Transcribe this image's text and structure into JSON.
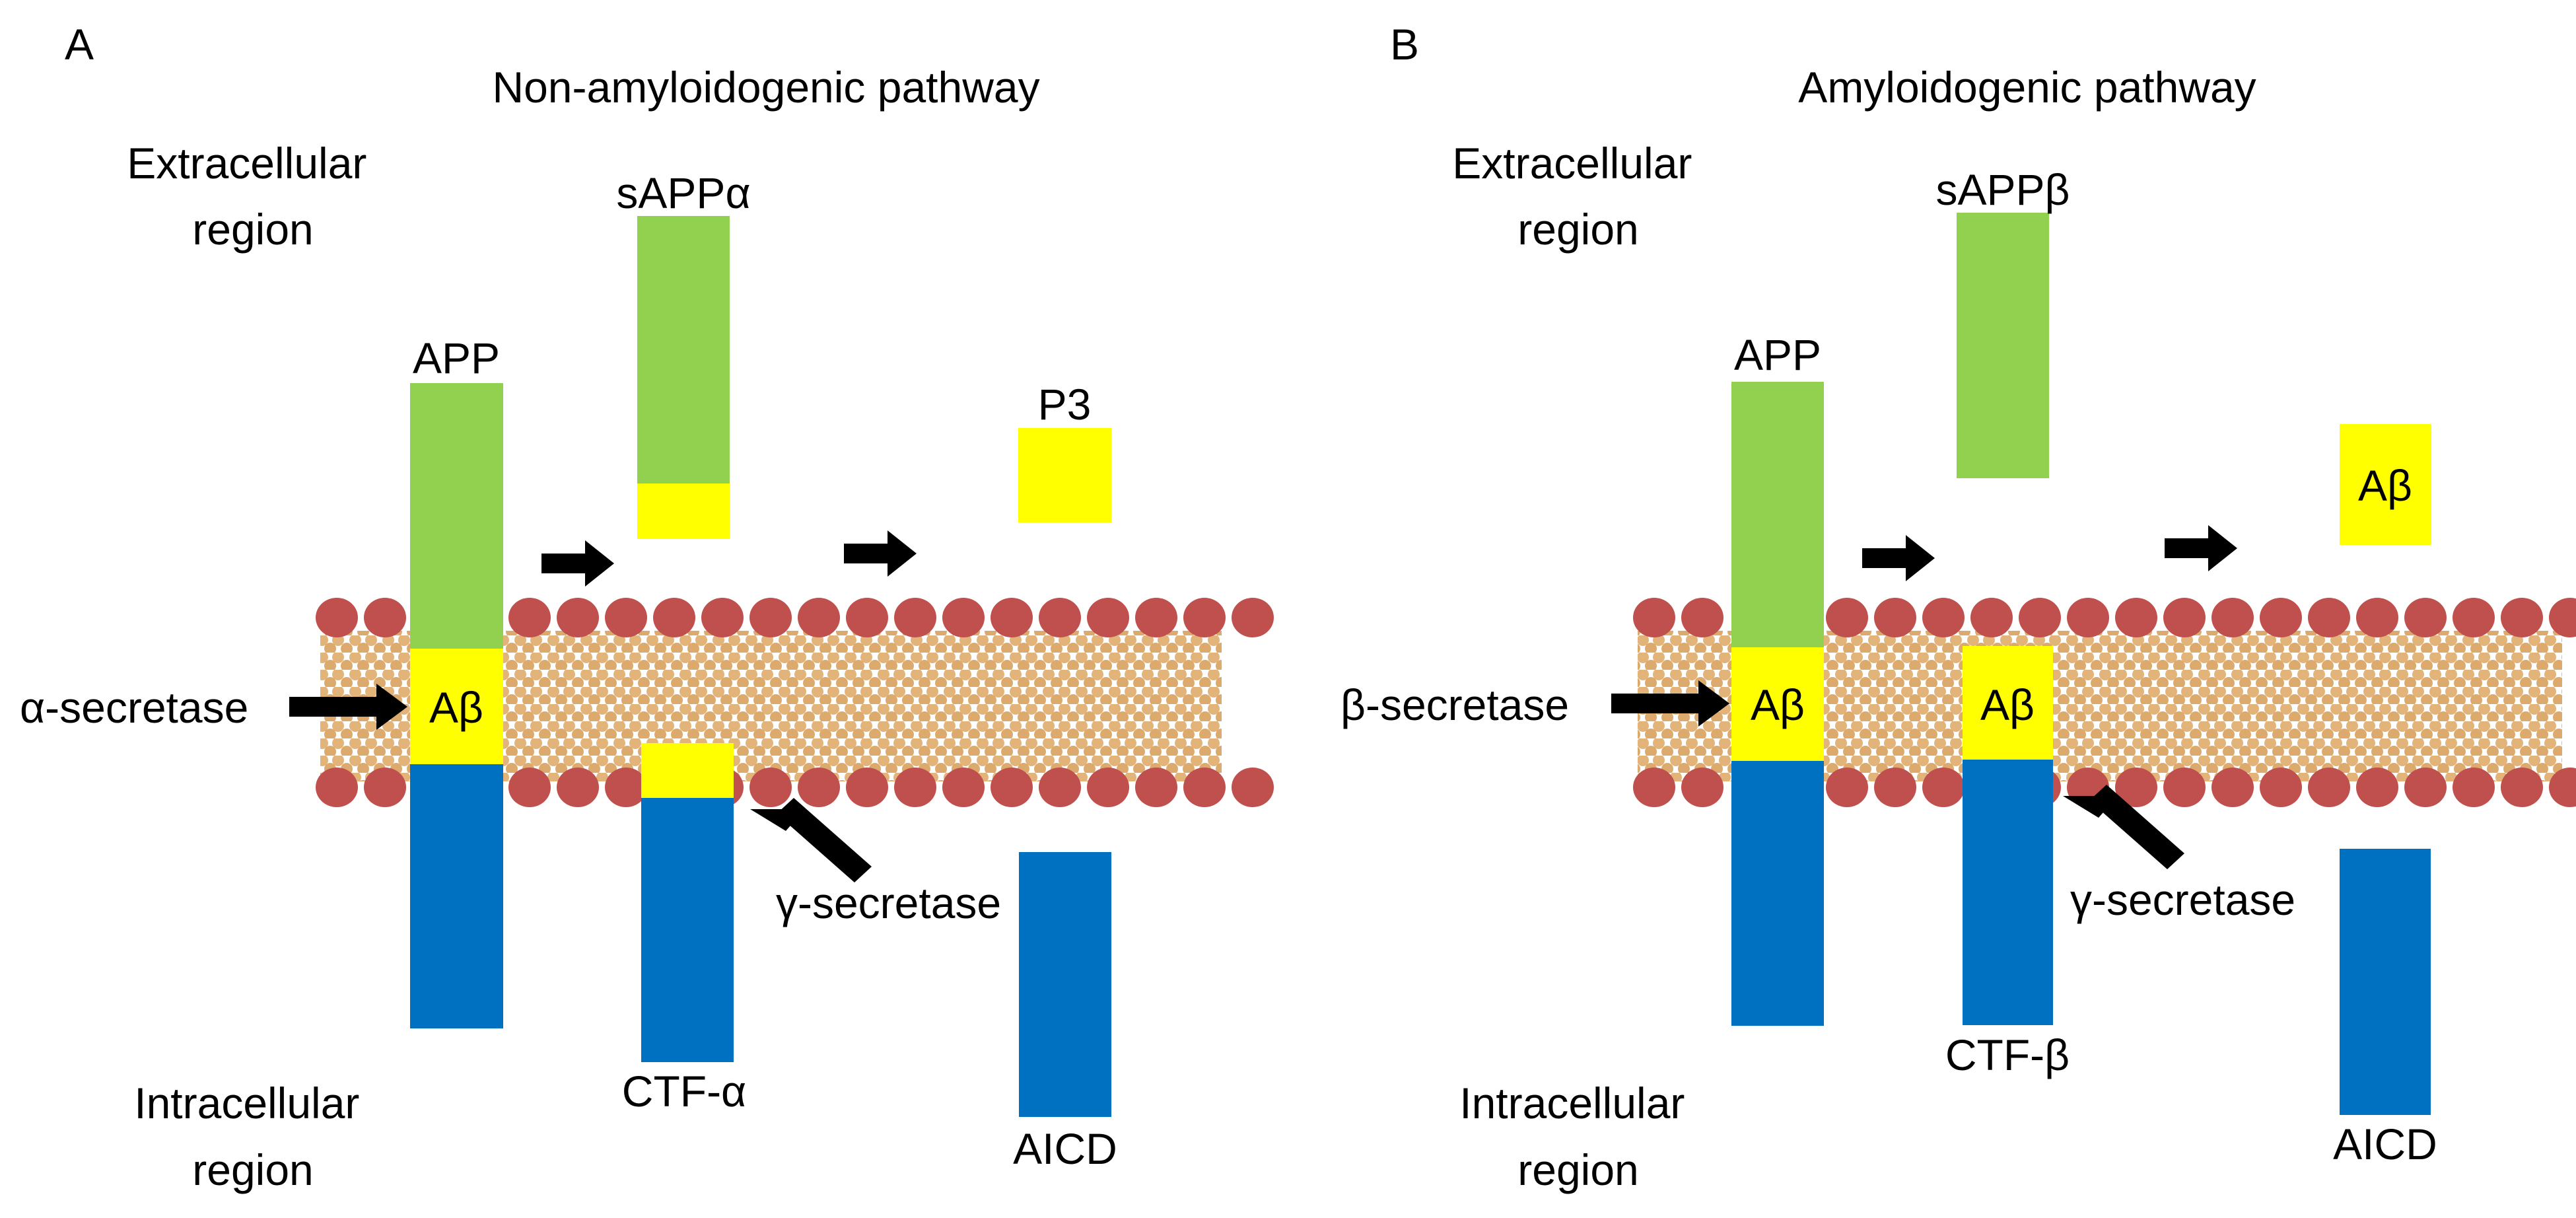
{
  "colors": {
    "green": "#92d050",
    "yellow": "#ffff00",
    "blue": "#0070c0",
    "membrane_head": "#c0504d",
    "membrane_tail": "#e2b47a",
    "arrow": "#000000"
  },
  "panels": {
    "a": {
      "letter": "A",
      "title": "Non-amyloidogenic pathway",
      "extracellular": [
        "Extracellular",
        "region"
      ],
      "intracellular": [
        "Intracellular",
        "region"
      ],
      "app": "APP",
      "abeta": "Aβ",
      "secretase": "α-secretase",
      "soluble": "sAPPα",
      "ctf": "CTF-α",
      "gamma": "γ-secretase",
      "product": "P3",
      "aicd": "AICD"
    },
    "b": {
      "letter": "B",
      "title": "Amyloidogenic pathway",
      "extracellular": [
        "Extracellular",
        "region"
      ],
      "intracellular": [
        "Intracellular",
        "region"
      ],
      "app": "APP",
      "abeta": "Aβ",
      "secretase": "β-secretase",
      "soluble": "sAPPβ",
      "ctf": "CTF-β",
      "ctf_abeta": "Aβ",
      "gamma": "γ-secretase",
      "product": "Aβ",
      "aicd": "AICD"
    }
  }
}
